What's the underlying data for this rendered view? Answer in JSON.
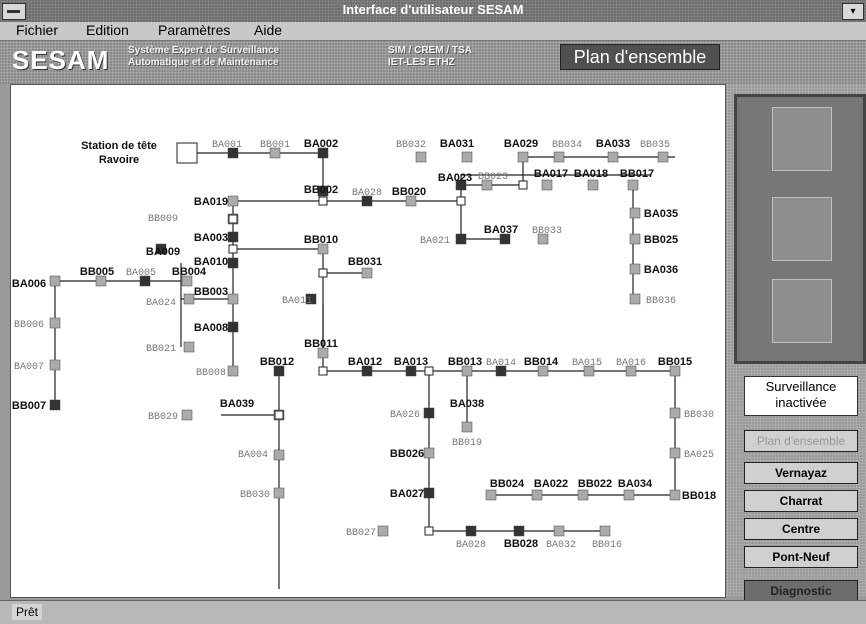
{
  "window": {
    "title": "Interface d'utilisateur SESAM"
  },
  "menu": [
    {
      "label": "Fichier"
    },
    {
      "label": "Edition"
    },
    {
      "label": "Paramètres"
    },
    {
      "label": "Aide"
    }
  ],
  "header": {
    "logo": "SESAM",
    "subtitle_line1": "Système Expert de Surveillance",
    "subtitle_line2": "Automatique et de Maintenance",
    "org_line1": "SIM / CREM / TSA",
    "org_line2": "IET-LES ETHZ",
    "view_title": "Plan d'ensemble"
  },
  "diagram": {
    "station_line1": "Station de tête",
    "station_line2": "Ravoire",
    "labels": [
      {
        "t": "BA001",
        "s": "g"
      },
      {
        "t": "BB001",
        "s": "g"
      },
      {
        "t": "BA002",
        "s": "b"
      },
      {
        "t": "BB032",
        "s": "g"
      },
      {
        "t": "BA031",
        "s": "b"
      },
      {
        "t": "BA029",
        "s": "b"
      },
      {
        "t": "BB034",
        "s": "g"
      },
      {
        "t": "BA033",
        "s": "b"
      },
      {
        "t": "BB035",
        "s": "g"
      },
      {
        "t": "BA023",
        "s": "b"
      },
      {
        "t": "BB023",
        "s": "g"
      },
      {
        "t": "BA017",
        "s": "b"
      },
      {
        "t": "BA018",
        "s": "b"
      },
      {
        "t": "BB017",
        "s": "b"
      },
      {
        "t": "BB002",
        "s": "b"
      },
      {
        "t": "BA028",
        "s": "g"
      },
      {
        "t": "BB020",
        "s": "b"
      },
      {
        "t": "BA019",
        "s": "b"
      },
      {
        "t": "BB009",
        "s": "g"
      },
      {
        "t": "BA003",
        "s": "b"
      },
      {
        "t": "BA009",
        "s": "b"
      },
      {
        "t": "BA010",
        "s": "b"
      },
      {
        "t": "BB010",
        "s": "b"
      },
      {
        "t": "BB031",
        "s": "b"
      },
      {
        "t": "BA021",
        "s": "g"
      },
      {
        "t": "BA037",
        "s": "b"
      },
      {
        "t": "BB033",
        "s": "g"
      },
      {
        "t": "BA035",
        "s": "b"
      },
      {
        "t": "BB025",
        "s": "b"
      },
      {
        "t": "BA036",
        "s": "b"
      },
      {
        "t": "BB036",
        "s": "g"
      },
      {
        "t": "BA006",
        "s": "b"
      },
      {
        "t": "BB005",
        "s": "b"
      },
      {
        "t": "BA005",
        "s": "g"
      },
      {
        "t": "BB004",
        "s": "b"
      },
      {
        "t": "BA024",
        "s": "g"
      },
      {
        "t": "BB003",
        "s": "b"
      },
      {
        "t": "BA011",
        "s": "g"
      },
      {
        "t": "BB006",
        "s": "g"
      },
      {
        "t": "BA008",
        "s": "b"
      },
      {
        "t": "BB021",
        "s": "g"
      },
      {
        "t": "BB011",
        "s": "b"
      },
      {
        "t": "BA007",
        "s": "g"
      },
      {
        "t": "BB008",
        "s": "g"
      },
      {
        "t": "BB012",
        "s": "b"
      },
      {
        "t": "BA012",
        "s": "b"
      },
      {
        "t": "BA013",
        "s": "b"
      },
      {
        "t": "BB013",
        "s": "b"
      },
      {
        "t": "BA014",
        "s": "g"
      },
      {
        "t": "BB014",
        "s": "b"
      },
      {
        "t": "BA015",
        "s": "g"
      },
      {
        "t": "BA016",
        "s": "g"
      },
      {
        "t": "BB015",
        "s": "b"
      },
      {
        "t": "BB007",
        "s": "b"
      },
      {
        "t": "BB029",
        "s": "g"
      },
      {
        "t": "BA039",
        "s": "b"
      },
      {
        "t": "BA026",
        "s": "g"
      },
      {
        "t": "BA038",
        "s": "b"
      },
      {
        "t": "BB019",
        "s": "g"
      },
      {
        "t": "BB030",
        "s": "g"
      },
      {
        "t": "BA004",
        "s": "g"
      },
      {
        "t": "BB026",
        "s": "b"
      },
      {
        "t": "BA025",
        "s": "g"
      },
      {
        "t": "BB024",
        "s": "b"
      },
      {
        "t": "BA022",
        "s": "b"
      },
      {
        "t": "BB022",
        "s": "b"
      },
      {
        "t": "BA034",
        "s": "b"
      },
      {
        "t": "BB018",
        "s": "b"
      },
      {
        "t": "BB030",
        "s": "g"
      },
      {
        "t": "BA027",
        "s": "b"
      },
      {
        "t": "BB027",
        "s": "g"
      },
      {
        "t": "BA028",
        "s": "g"
      },
      {
        "t": "BB028",
        "s": "b"
      },
      {
        "t": "BA032",
        "s": "g"
      },
      {
        "t": "BB016",
        "s": "g"
      }
    ]
  },
  "side": {
    "status_line1": "Surveillance",
    "status_line2": "inactivée",
    "buttons": [
      {
        "label": "Plan d'ensemble"
      },
      {
        "label": "Vernayaz"
      },
      {
        "label": "Charrat"
      },
      {
        "label": "Centre"
      },
      {
        "label": "Pont-Neuf"
      },
      {
        "label": "Diagnostic"
      }
    ]
  },
  "statusbar": {
    "text": "Prêt"
  }
}
